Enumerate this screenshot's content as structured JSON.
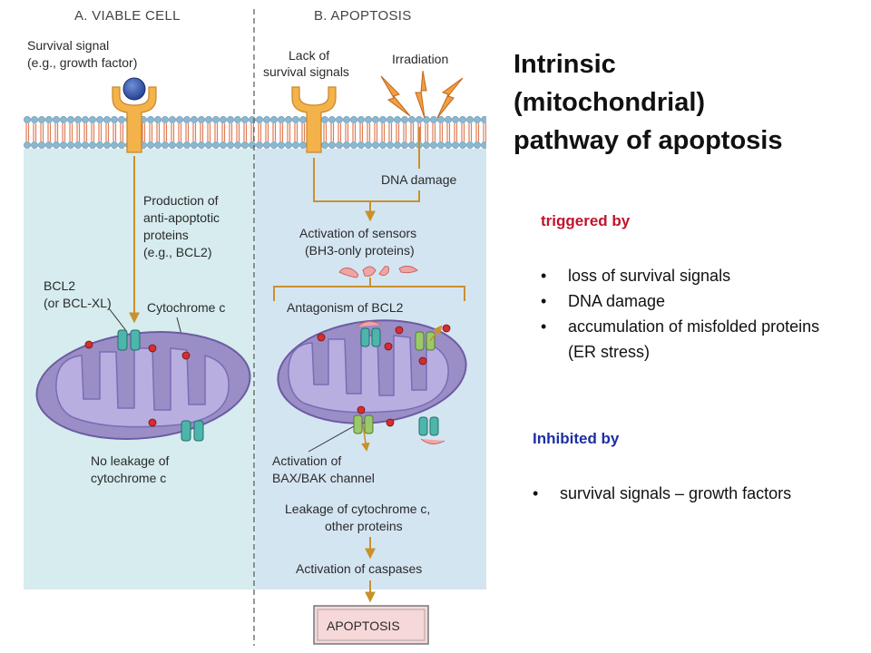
{
  "diagram": {
    "panel_a_header": "A. VIABLE CELL",
    "panel_b_header": "B. APOPTOSIS",
    "survival_signal": [
      "Survival signal",
      "(e.g., growth factor)"
    ],
    "lack_signals": [
      "Lack of",
      "survival signals"
    ],
    "irradiation": "Irradiation",
    "dna_damage": "DNA damage",
    "production": [
      "Production of",
      "anti-apoptotic",
      "proteins",
      "(e.g., BCL2)"
    ],
    "bcl2": [
      "BCL2",
      "(or BCL-XL)"
    ],
    "cytochrome_c": "Cytochrome c",
    "sensors": [
      "Activation of sensors",
      "(BH3-only proteins)"
    ],
    "antagonism": "Antagonism of BCL2",
    "no_leakage": [
      "No leakage of",
      "cytochrome c"
    ],
    "bax_bak": [
      "Activation of",
      "BAX/BAK channel"
    ],
    "leakage": [
      "Leakage of cytochrome c,",
      "other proteins"
    ],
    "caspases": "Activation of caspases",
    "apoptosis_box": "APOPTOSIS"
  },
  "title": [
    "Intrinsic",
    "(mitochondrial)",
    "pathway of apoptosis"
  ],
  "triggered": {
    "heading": "triggered by",
    "items": [
      "loss of survival signals",
      "DNA damage",
      "accumulation of misfolded proteins (ER stress)"
    ]
  },
  "inhibited": {
    "heading": "Inhibited by",
    "items": [
      "survival signals – growth factors"
    ]
  },
  "colors": {
    "cell_a": "#d6ecee",
    "cell_b": "#d4e5f2",
    "membrane": "#e9a978",
    "receptor": "#f4b24a",
    "mito_outer": "#9b8ec7",
    "mito_inner": "#8a7cc0",
    "trigger_red": "#c0142a",
    "inhibit_blue": "#1d2fa3"
  }
}
